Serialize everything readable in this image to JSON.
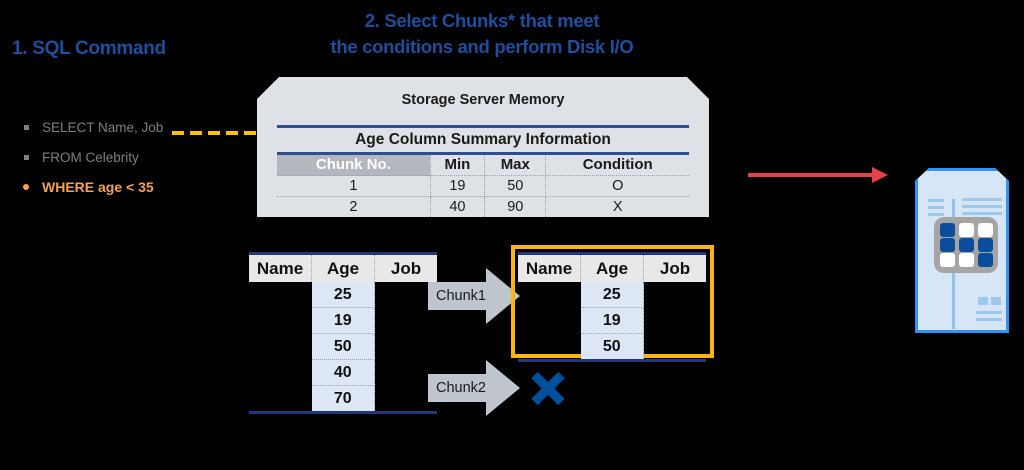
{
  "headings": {
    "step1": "1. SQL Command",
    "step2_line1": "2. Select Chunks* that meet",
    "step2_line2": "the conditions and perform Disk I/O"
  },
  "sql_query": {
    "lines": [
      {
        "text": "SELECT Name, Job",
        "style": "plain",
        "bullet": "square"
      },
      {
        "text": "FROM Celebrity",
        "style": "plain",
        "bullet": "square"
      },
      {
        "text": "WHERE age < 35",
        "style": "accent",
        "bullet": "round"
      }
    ]
  },
  "storage_panel": {
    "title": "Storage Server Memory",
    "summary_table": {
      "title": "Age Column Summary Information",
      "columns": [
        "Chunk No.",
        "Min",
        "Max",
        "Condition"
      ],
      "rows": [
        [
          "1",
          "19",
          "50",
          "O"
        ],
        [
          "2",
          "40",
          "90",
          "X"
        ]
      ]
    }
  },
  "input_table": {
    "columns": [
      "Name",
      "Age",
      "Job"
    ],
    "age_values": [
      "25",
      "19",
      "50",
      "40",
      "70"
    ]
  },
  "output_table": {
    "columns": [
      "Name",
      "Age",
      "Job"
    ],
    "age_values": [
      "25",
      "19",
      "50"
    ],
    "highlight_color": "#FFB511"
  },
  "chunk_arrows": [
    {
      "label": "Chunk1",
      "result": "selected"
    },
    {
      "label": "Chunk2",
      "result": "rejected"
    }
  ],
  "reject_marker": "X",
  "colors": {
    "heading_blue": "#1F4E9C",
    "accent_orange": "#F4A259",
    "connector_gold": "#FFC000",
    "table_rule_blue": "#22377A",
    "age_column_fill": "#DCE6F4",
    "panel_fill": "#DEE1E6",
    "chunk_arrow_fill": "#BFC5CC",
    "reject_blue": "#00509E",
    "disk_io_red": "#E8404A",
    "ssd_outline_blue": "#2D95F5"
  },
  "disk_io_arrow": {
    "direction": "right",
    "color": "#E8404A"
  },
  "storage_device": {
    "name": "ssd-device",
    "chip_pattern": [
      [
        "dark",
        "light",
        "light"
      ],
      [
        "dark",
        "dark",
        "dark"
      ],
      [
        "light",
        "light",
        "dark"
      ]
    ]
  }
}
